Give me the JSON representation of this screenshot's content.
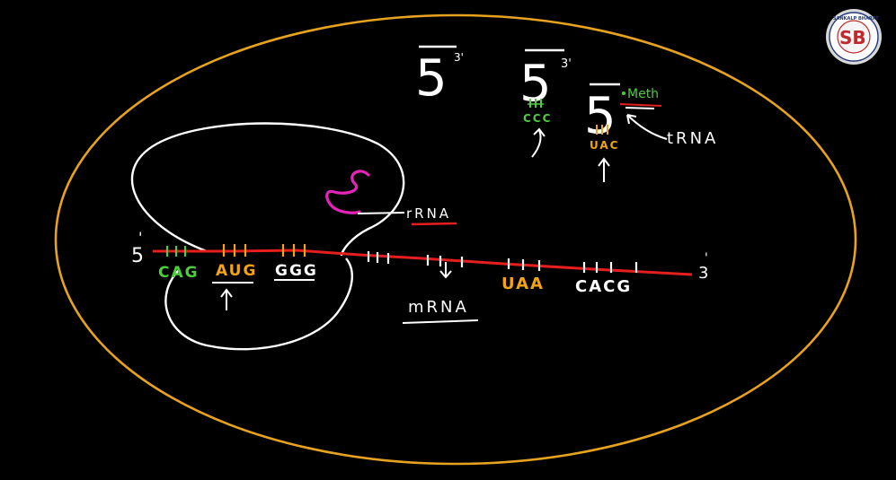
{
  "colors": {
    "background": "#000000",
    "cell": "#e8a31e",
    "mrna_strand": "#e61e1e",
    "chalk": "#ffffff",
    "codon_green": "#4ccd3c",
    "codon_orange": "#f2a316",
    "rrna_magenta": "#e424b8",
    "underline_red": "#e61e1e",
    "logo_red": "#c0292b",
    "logo_blue": "#203a7c"
  },
  "icons": [
    "ribosome-loop",
    "rrna-squiggle",
    "trna-cloverleaf",
    "arrow-up",
    "brand-logo"
  ],
  "mrna": {
    "five_prime": "5",
    "five_prime_mark": "'",
    "three_prime": "3",
    "three_prime_mark": "'",
    "label": "mRNA",
    "label_text": "mRNA"
  },
  "codons": [
    {
      "text": "CAG",
      "color": "green"
    },
    {
      "text": "AUG",
      "color": "orange"
    },
    {
      "text": "GGG",
      "color": "white"
    },
    {
      "text": "UAA",
      "color": "orange"
    },
    {
      "text": "CACG",
      "color": "white"
    }
  ],
  "rrna_label": "rRNA",
  "trna": {
    "label": "tRNA",
    "molecules": [
      {
        "five": "5",
        "three": "3'",
        "anticodon": ""
      },
      {
        "five": "5",
        "three": "3'",
        "anticodon": "CCC"
      },
      {
        "five": "5",
        "three": "",
        "anticodon": "UAC",
        "amino_acid": "Meth"
      }
    ]
  },
  "logo": {
    "top_text": "SANKALP BHARAT",
    "monogram": "SB"
  }
}
